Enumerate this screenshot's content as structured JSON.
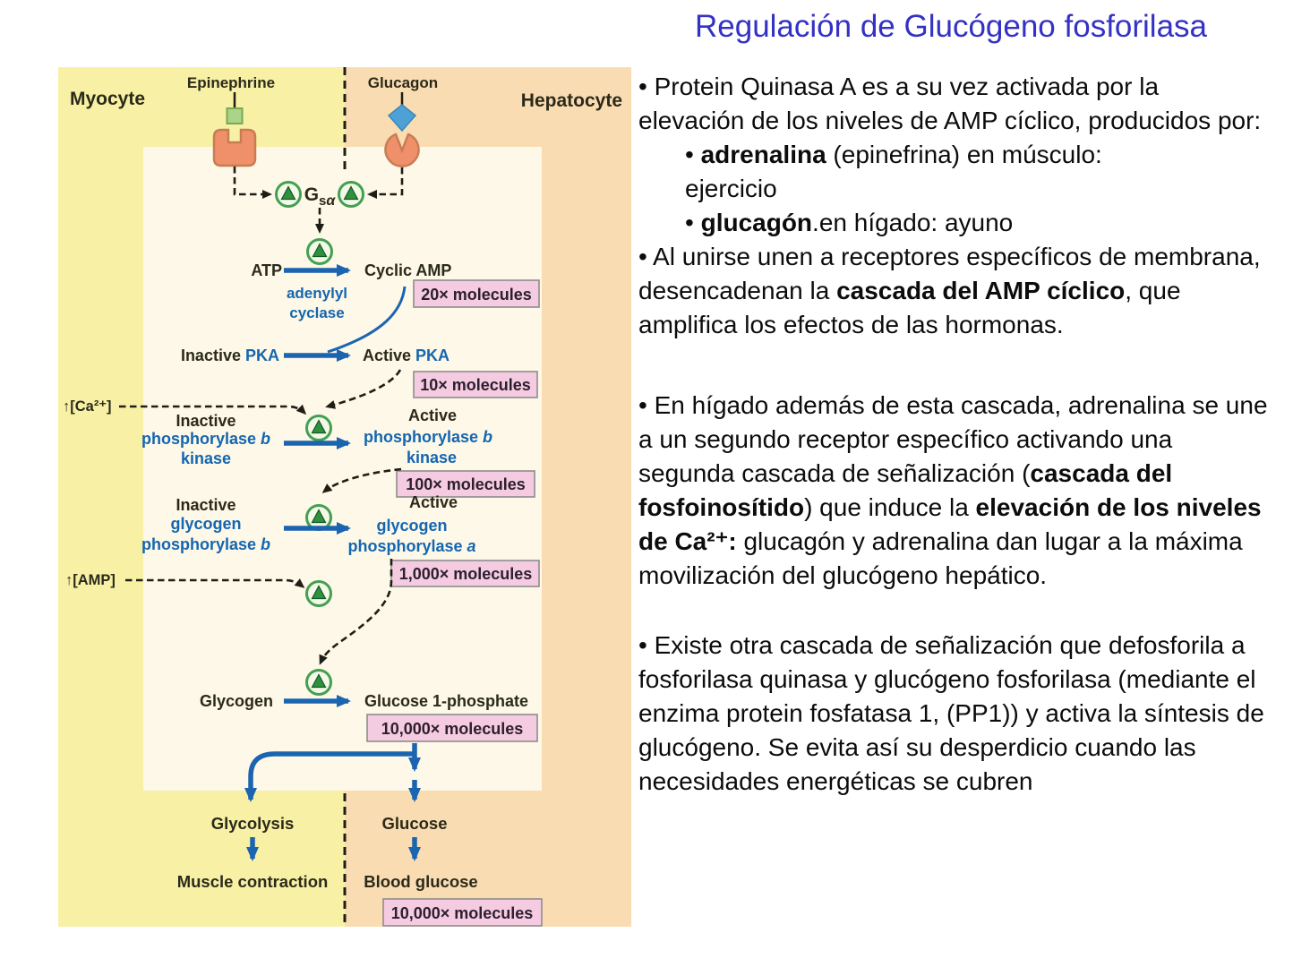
{
  "title": "Regulación de Glucógeno fosforilasa",
  "diagram": {
    "cells": {
      "myocyte": "Myocyte",
      "hepatocyte": "Hepatocyte"
    },
    "hormones": {
      "epinephrine": "Epinephrine",
      "glucagon": "Glucagon"
    },
    "gprotein": {
      "g": "G",
      "sub_s": "s",
      "sub_alpha": "α"
    },
    "atp_row": {
      "atp": "ATP",
      "cyclic_amp": "Cyclic AMP",
      "enzyme_line1": "adenylyl",
      "enzyme_line2": "cyclase"
    },
    "pka_row": {
      "inactive": "Inactive ",
      "active": "Active ",
      "pka": "PKA"
    },
    "phk_rows": {
      "inactive": "Inactive",
      "active": "Active",
      "phosphorylase": "phosphorylase ",
      "b": "b",
      "a": "a",
      "kinase": "kinase",
      "glycogen": "glycogen"
    },
    "allosteric": {
      "calcium": "↑[Ca²⁺]",
      "amp": "↑[AMP]"
    },
    "glycogen_row": {
      "glycogen": "Glycogen",
      "glucose1p": "Glucose 1-phosphate"
    },
    "outputs": {
      "glycolysis": "Glycolysis",
      "glucose": "Glucose",
      "muscle": "Muscle contraction",
      "blood": "Blood glucose"
    },
    "amplification": {
      "x20": "20× molecules",
      "x10": "10× molecules",
      "x100": "100× molecules",
      "x1000": "1,000× molecules",
      "x10000_g1p": "10,000× molecules",
      "x10000_blood": "10,000× molecules"
    },
    "colors": {
      "myocyte_bg": "#f8f1a5",
      "hepatocyte_bg": "#fadcb2",
      "cell_bg": "#fdf8e8",
      "amplification_box": "#f5cbe1",
      "arrow_blue": "#1b64af",
      "label_blue": "#1566b0",
      "title_blue": "#3431c4",
      "receptor_orange": "#f0906a",
      "epinephrine_ligand_green": "#abd488",
      "glucagon_ligand_blue": "#4ea1d6",
      "enzyme_circle_green": "#44a050"
    }
  },
  "right_text": {
    "p1": {
      "t1": "• Protein Quinasa A es a su vez activada por la elevación de los niveles de AMP cíclico, producidos por:"
    },
    "sub1": {
      "t1": "• ",
      "b1": "adrenalina",
      "t2": " (epinefrina) en músculo: ejercicio"
    },
    "sub2": {
      "t1": "• ",
      "b1": "glucagón",
      "t2": ".en hígado: ayuno"
    },
    "p2": {
      "t1": "• Al unirse unen a receptores específicos de membrana, desencadenan la ",
      "b1": "cascada del AMP cíclico",
      "t2": ", que amplifica los efectos de las hormonas."
    },
    "p3": {
      "t1": "• En hígado además de esta cascada, adrenalina se une a un segundo receptor específico activando una segunda cascada de señalización (",
      "b1": "cascada del fosfoinosítido",
      "t2": ") que induce la ",
      "b2": "elevación de los niveles de Ca²⁺:",
      "t3": " glucagón y adrenalina dan lugar a la máxima movilización del glucógeno hepático."
    },
    "p4": {
      "t1": "• Existe otra cascada de señalización que defosforila a fosforilasa quinasa y glucógeno fosforilasa (mediante el enzima protein fosfatasa 1, (PP1)) y activa la síntesis de glucógeno. Se evita así su desperdicio cuando las necesidades energéticas se cubren"
    }
  }
}
